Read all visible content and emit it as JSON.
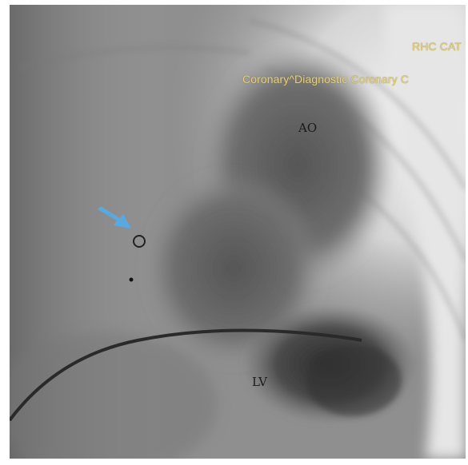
{
  "overlay": {
    "header_line1": "RHC CAT",
    "header_line2": "Coronary^Diagnostic Coronary C"
  },
  "labels": {
    "ao": "AO",
    "lv": "LV"
  },
  "annotation": {
    "arrow_icon": "arrow-icon",
    "arrow_color": "#5aa8e0"
  }
}
